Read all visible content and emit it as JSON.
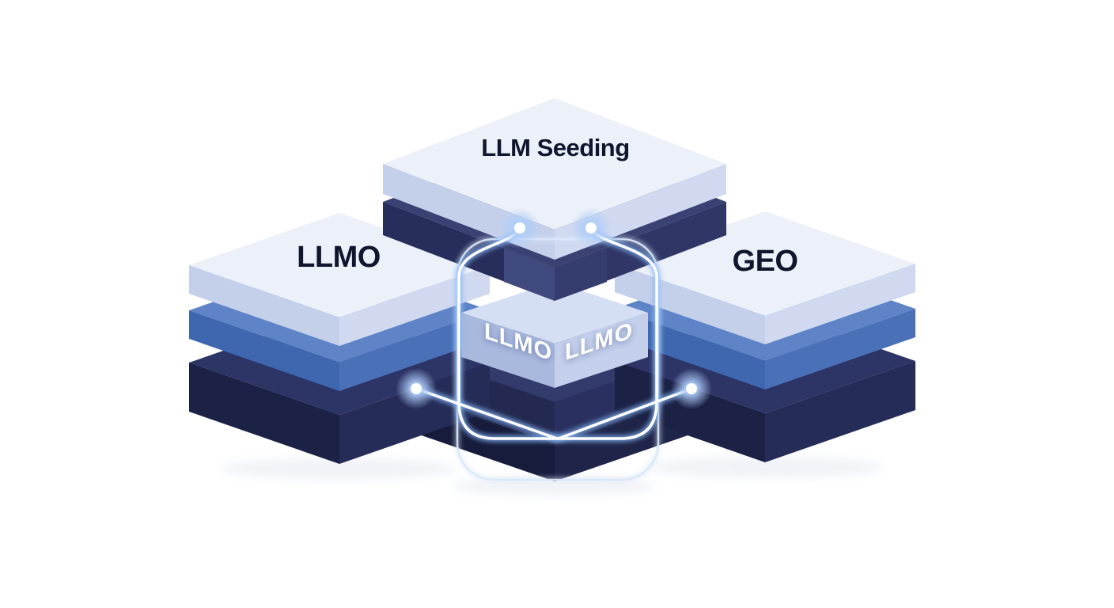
{
  "diagram": {
    "labels": {
      "top": "LLM Seeding",
      "left": "LLMO",
      "right": "GEO",
      "cube_left": "LLMO",
      "cube_right": "LLMO"
    },
    "colors": {
      "bg": "#ffffff",
      "label_dark": "#10162e",
      "label_white": "#ffffff",
      "light_top": "#ecf0f8",
      "light_left": "#c4d0ea",
      "light_right": "#d0d9ef",
      "blue_top": "#5e84c7",
      "blue_left": "#3e67b0",
      "blue_right": "#4a71b8",
      "dark_top": "#2d3466",
      "dark_left": "#1c2246",
      "dark_right": "#252c57",
      "topdark_top": "#3a4173",
      "topdark_left": "#272e5b",
      "topdark_right": "#303767",
      "column_left": "#414a7e",
      "column_right": "#353c6e",
      "base1_top": "#333a6c",
      "base1_left": "#232950",
      "base1_right": "#2a3160",
      "base2_top": "#262c55",
      "base2_left": "#171c3c",
      "base2_right": "#1f2549",
      "cube_top": "#d5dff3",
      "cube_left": "#a9b9de",
      "cube_right": "#c3cfeb",
      "line_bright": "#ffffff",
      "line_faint": "#d9e7f8",
      "glow": "#82b4f4",
      "shadow": "#c9d2e4"
    }
  }
}
